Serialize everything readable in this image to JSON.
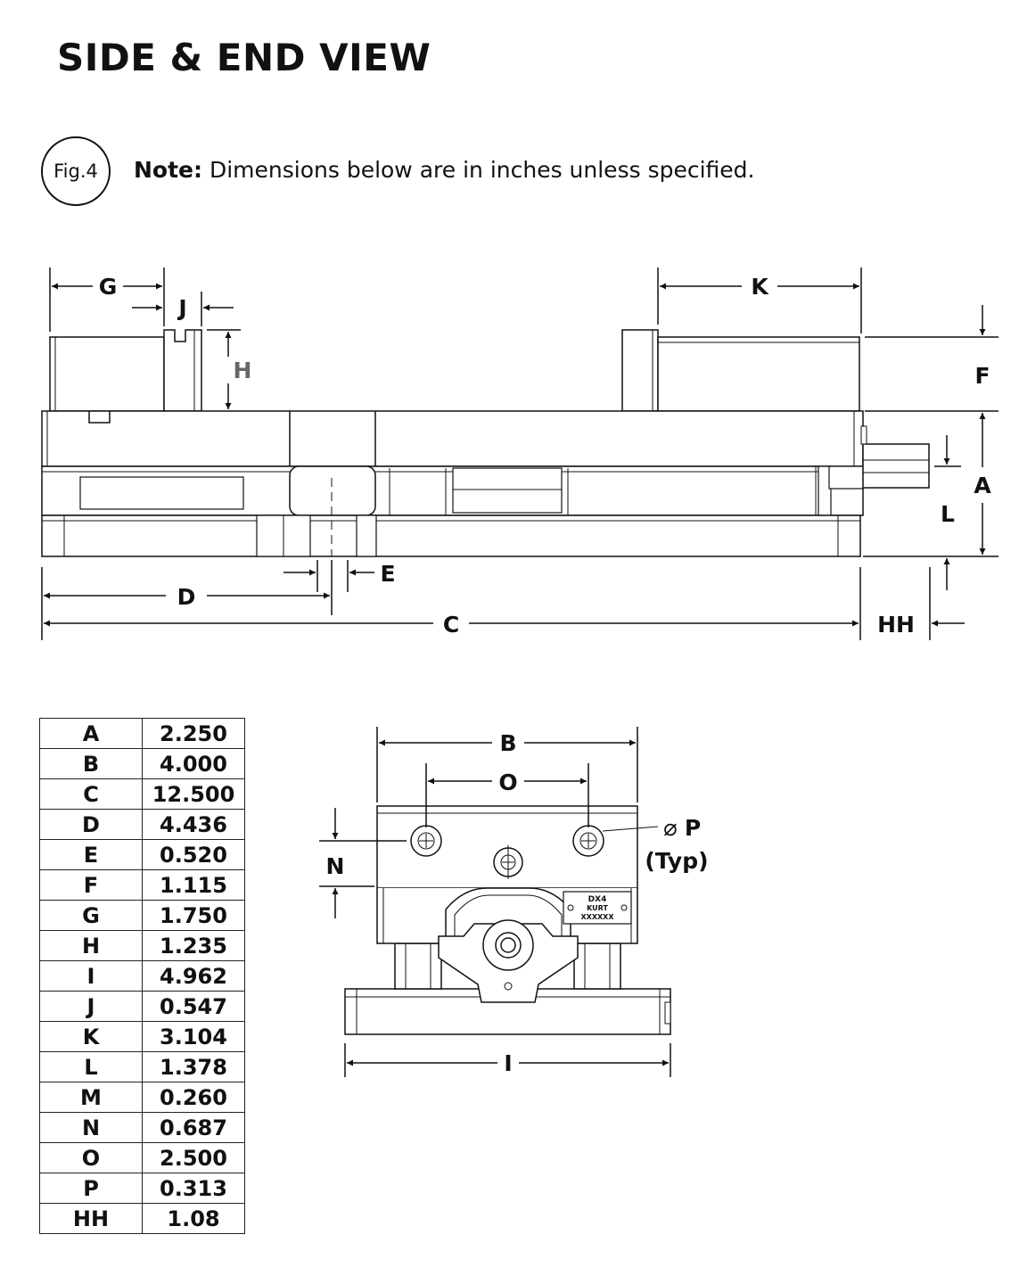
{
  "title": "SIDE & END VIEW",
  "figure_label": "Fig.4",
  "note": {
    "label": "Note:",
    "text": " Dimensions below are in inches unless specified."
  },
  "side_view": {
    "labels": {
      "G": "G",
      "J": "J",
      "H": "H",
      "K": "K",
      "F": "F",
      "A": "A",
      "L": "L",
      "E": "E",
      "D": "D",
      "C": "C",
      "HH": "HH"
    }
  },
  "end_view": {
    "labels": {
      "B": "B",
      "O": "O",
      "N": "N",
      "P": "P",
      "typ": "(Typ)",
      "I": "I"
    },
    "diameter_symbol": "⌀",
    "nameplate": {
      "model": "DX4",
      "brand": "KURT",
      "serial": "XXXXXX"
    }
  },
  "dimensions_table": [
    {
      "key": "A",
      "value": "2.250"
    },
    {
      "key": "B",
      "value": "4.000"
    },
    {
      "key": "C",
      "value": "12.500"
    },
    {
      "key": "D",
      "value": "4.436"
    },
    {
      "key": "E",
      "value": "0.520"
    },
    {
      "key": "F",
      "value": "1.115"
    },
    {
      "key": "G",
      "value": "1.750"
    },
    {
      "key": "H",
      "value": "1.235"
    },
    {
      "key": "I",
      "value": "4.962"
    },
    {
      "key": "J",
      "value": "0.547"
    },
    {
      "key": "K",
      "value": "3.104"
    },
    {
      "key": "L",
      "value": "1.378"
    },
    {
      "key": "M",
      "value": "0.260"
    },
    {
      "key": "N",
      "value": "0.687"
    },
    {
      "key": "O",
      "value": "2.500"
    },
    {
      "key": "P",
      "value": "0.313"
    },
    {
      "key": "HH",
      "value": "1.08"
    }
  ],
  "colors": {
    "line": "#111111",
    "shade": "#e6e6e6"
  }
}
